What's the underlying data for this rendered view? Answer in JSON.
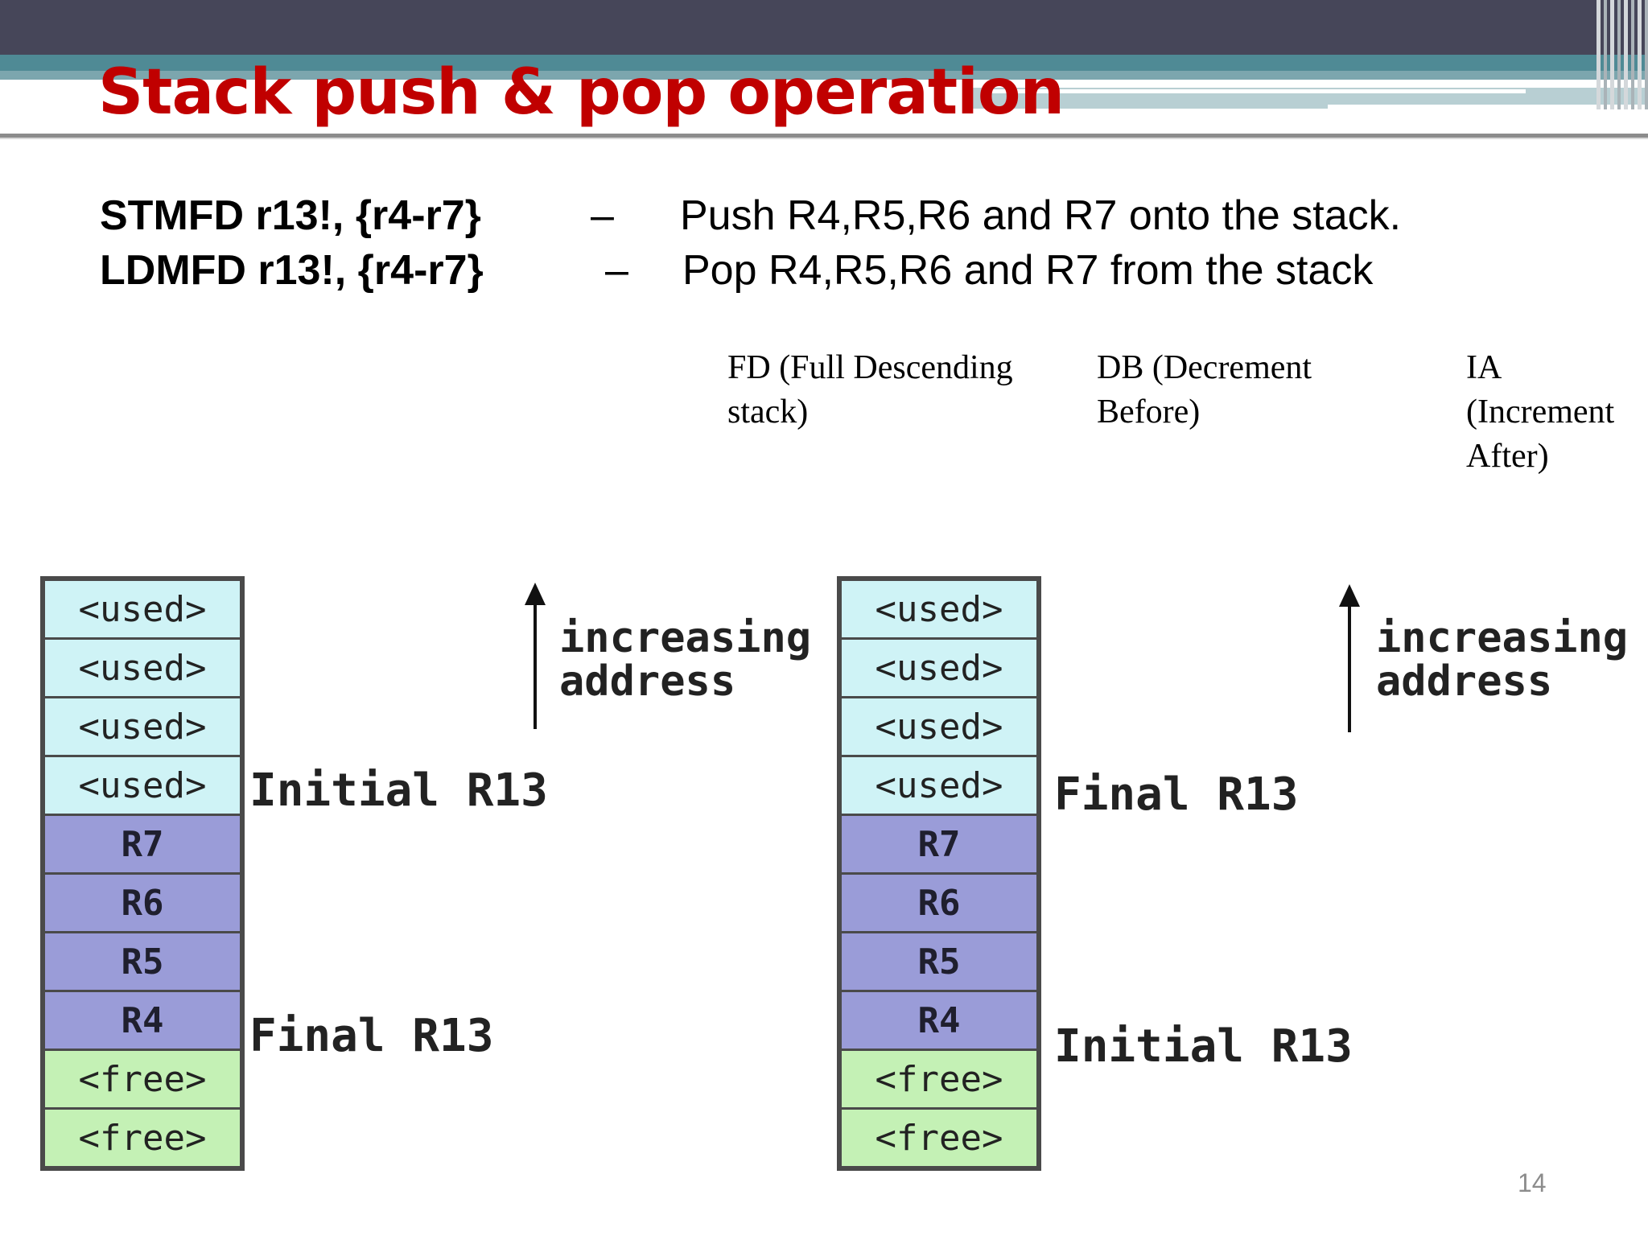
{
  "title": "Stack push & pop operation",
  "instructions": [
    {
      "code": "STMFD r13!, {r4-r7}",
      "dash": "–",
      "desc": "Push R4,R5,R6 and R7 onto the stack."
    },
    {
      "code": "LDMFD r13!, {r4-r7}",
      "dash": "–",
      "desc": "Pop R4,R5,R6 and R7 from the stack"
    }
  ],
  "notes": {
    "fd": "FD (Full Descending stack)",
    "db": "DB (Decrement Before)",
    "ia": "IA (Increment After)"
  },
  "left_stack": {
    "cells": [
      "<used>",
      "<used>",
      "<used>",
      "<used>",
      "R7",
      "R6",
      "R5",
      "R4",
      "<free>",
      "<free>"
    ],
    "initial_label": "Initial R13",
    "final_label": "Final R13",
    "address_label_line1": "increasing",
    "address_label_line2": "address"
  },
  "right_stack": {
    "cells": [
      "<used>",
      "<used>",
      "<used>",
      "<used>",
      "R7",
      "R6",
      "R5",
      "R4",
      "<free>",
      "<free>"
    ],
    "final_label": "Final R13",
    "initial_label": "Initial R13",
    "address_label_line1": "increasing",
    "address_label_line2": "address"
  },
  "page_number": "14",
  "colors": {
    "title": "#c00000",
    "used_cell": "#cff3f6",
    "register_cell": "#9a9cd8",
    "free_cell": "#c4f1b5",
    "header_dark": "#464659",
    "header_teal": "#4f8a95"
  }
}
